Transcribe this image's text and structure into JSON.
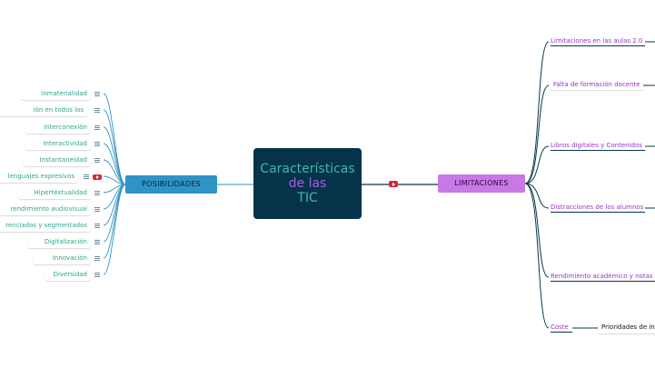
{
  "central": {
    "line1": "Características",
    "line2": "de las",
    "line3": "TIC"
  },
  "posibilidades": {
    "label": "POSIBILIDADES",
    "items": [
      "Inmaterialidad",
      "ión en todos los",
      "Interconexión",
      "Interactividad",
      "Instantaneidad",
      "lenguajes expresivos",
      "Hipertextualidad",
      "rendimiento audiovisual",
      "renciados y segmentados",
      "Digitalización",
      "Innovación",
      "Diversidad"
    ]
  },
  "limitaciones": {
    "label": "LIMITACIONES",
    "items": [
      "Limitaciones en las aulas 2.0",
      "Falta de formación docente",
      "Libros digitales y Contenidos",
      "Distracciones de los alumnos",
      "Rendimiento académico y notas",
      "Coste"
    ],
    "coste_child": "Prioridades de in"
  },
  "colors": {
    "central_bg": "#05334a",
    "posibilidades_bg": "#2f93c6",
    "limitaciones_bg": "#c879e6",
    "connector": "#053a4c",
    "left_text": "#31a48e",
    "right_text": "#9b31d3"
  }
}
